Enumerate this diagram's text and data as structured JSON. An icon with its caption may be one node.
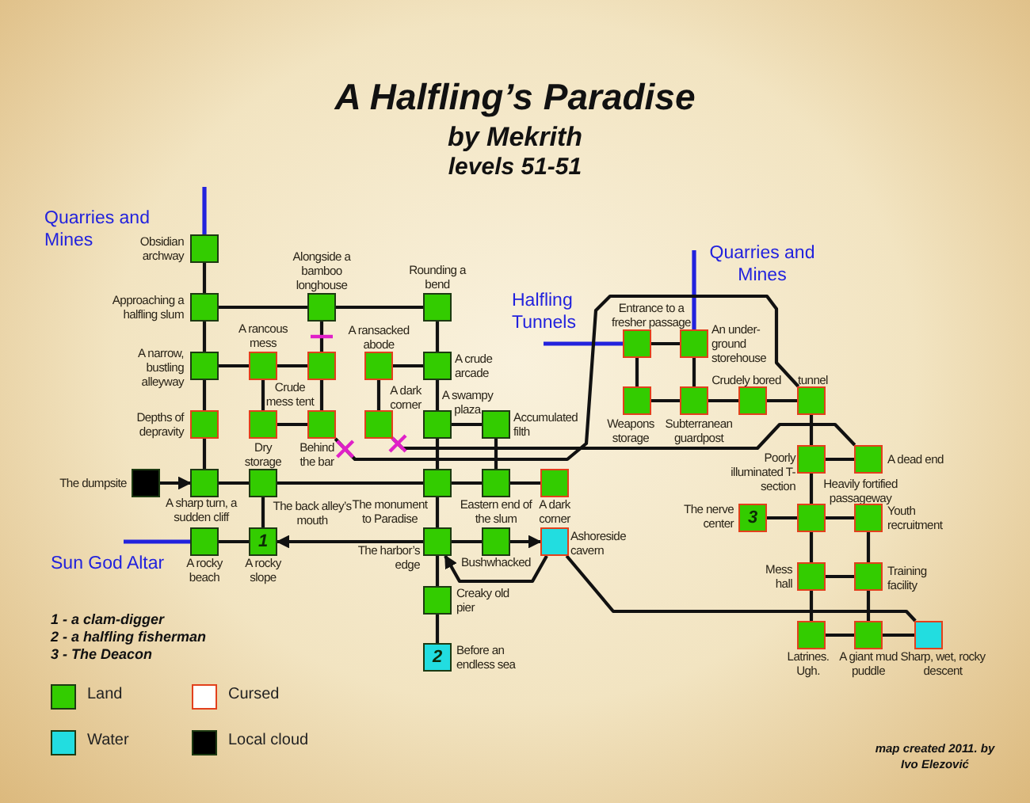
{
  "diagram": {
    "title": "A Halfling’s Paradise",
    "nodes": [
      {
        "text": [],
        "shape": "box",
        "beside": [
          "Obsidian archway"
        ]
      },
      {
        "text": [],
        "shape": "box",
        "beside": [
          "Approaching a halfling slum"
        ]
      },
      {
        "text": [],
        "shape": "box",
        "beside": [
          "Alongside a bamboo longhouse"
        ]
      },
      {
        "text": [],
        "shape": "box",
        "beside": [
          "Rounding a bend"
        ]
      },
      {
        "text": [],
        "shape": "box",
        "beside": [
          "Entrance to a fresher passage"
        ]
      },
      {
        "text": [],
        "shape": "box",
        "beside": [
          "An under- ground storehouse"
        ]
      },
      {
        "text": [],
        "shape": "box",
        "beside": [
          "A narrow, bustling alleyway"
        ]
      },
      {
        "text": [],
        "shape": "box",
        "beside": [
          "A rancous mess"
        ]
      },
      {
        "text": [],
        "shape": "box",
        "beside": [
          "Crude mess tent"
        ]
      },
      {
        "text": [],
        "shape": "box",
        "beside": [
          "A ransacked abode"
        ]
      },
      {
        "text": [],
        "shape": "box",
        "beside": [
          "A crude arcade"
        ]
      },
      {
        "text": [],
        "shape": "box",
        "beside": [
          "Depths of depravity"
        ]
      },
      {
        "text": [],
        "shape": "box",
        "beside": [
          "Dry storage"
        ]
      },
      {
        "text": [],
        "shape": "box",
        "beside": [
          "Behind the bar"
        ]
      },
      {
        "text": [],
        "shape": "box",
        "beside": [
          "A dark corner"
        ]
      },
      {
        "text": [],
        "shape": "box",
        "beside": [
          "A swampy plaza"
        ]
      },
      {
        "text": [],
        "shape": "box",
        "beside": [
          "Accumulated filth"
        ]
      },
      {
        "text": [],
        "shape": "box",
        "beside": [
          "Weapons storage"
        ]
      },
      {
        "text": [],
        "shape": "box",
        "beside": [
          "Subterranean guardpost"
        ]
      },
      {
        "text": [],
        "shape": "box",
        "beside": [
          "Crudely bored"
        ]
      },
      {
        "text": [],
        "shape": "box",
        "beside": [
          "tunnel"
        ]
      },
      {
        "text": [],
        "shape": "box",
        "beside": [
          "The dumpsite"
        ]
      },
      {
        "text": [],
        "shape": "box",
        "beside": [
          "A sharp turn, a sudden cliff"
        ]
      },
      {
        "text": [],
        "shape": "box",
        "beside": [
          "The back alley’s mouth"
        ]
      },
      {
        "text": [],
        "shape": "box",
        "beside": [
          "The monument to Paradise"
        ]
      },
      {
        "text": [],
        "shape": "box",
        "beside": [
          "Eastern end of the slum"
        ]
      },
      {
        "text": [],
        "shape": "box",
        "beside": [
          "A dark corner"
        ]
      },
      {
        "text": [],
        "shape": "box",
        "beside": [
          "Poorly illuminated T-section"
        ]
      },
      {
        "text": [],
        "shape": "box",
        "beside": [
          "A dead end"
        ]
      },
      {
        "text": [],
        "shape": "box",
        "beside": [
          "A rocky beach"
        ]
      },
      {
        "text": [
          "1"
        ],
        "beside": [
          "A rocky slope"
        ]
      },
      {
        "text": [],
        "shape": "box",
        "beside": [
          "The harbor’s edge"
        ]
      },
      {
        "text": [],
        "shape": "box",
        "beside": [
          "Bushwhacked"
        ]
      },
      {
        "text": [],
        "shape": "box",
        "beside": [
          "Ashoreside cavern"
        ]
      },
      {
        "text": [
          "3"
        ],
        "beside": [
          "The nerve center"
        ]
      },
      {
        "text": [],
        "shape": "box",
        "beside": [
          "Heavily fortified passageway"
        ]
      },
      {
        "text": [],
        "shape": "box",
        "beside": [
          "Youth recruitment"
        ]
      },
      {
        "text": [],
        "shape": "box",
        "beside": [
          "Mess hall"
        ]
      },
      {
        "text": [],
        "shape": "box",
        "beside": [
          "Training facility"
        ]
      },
      {
        "text": [],
        "shape": "box",
        "beside": [
          "Creaky old pier"
        ]
      },
      {
        "text": [],
        "shape": "box",
        "beside": [
          "Latrines. Ugh."
        ]
      },
      {
        "text": [],
        "shape": "box",
        "beside": [
          "A giant mud puddle"
        ]
      },
      {
        "text": [],
        "shape": "box",
        "beside": [
          "Sharp, wet, rocky descent"
        ]
      },
      {
        "text": [
          "2"
        ],
        "beside": [
          "Before an endless sea"
        ]
      }
    ],
    "edges": [
      {
        "from": 0,
        "to": null,
        "arrow": "none",
        "color": "#2222dd"
      },
      {
        "from": 29,
        "to": null,
        "arrow": "none",
        "color": "#2222dd"
      },
      {
        "from": 4,
        "to": null,
        "arrow": "none",
        "color": "#2222dd"
      },
      {
        "from": 5,
        "to": null,
        "arrow": "none",
        "color": "#2222dd"
      },
      {
        "from": 0,
        "to": 1,
        "arrow": "none"
      },
      {
        "from": 1,
        "to": 6,
        "arrow": "none"
      },
      {
        "from": 6,
        "to": 11,
        "arrow": "none"
      },
      {
        "from": 11,
        "to": 22,
        "arrow": "none"
      },
      {
        "from": 21,
        "to": 22,
        "arrow": "to"
      },
      {
        "from": 1,
        "to": 2,
        "arrow": "none"
      },
      {
        "from": 2,
        "to": 3,
        "arrow": "none"
      },
      {
        "from": 2,
        "to": 8,
        "arrow": "none"
      },
      {
        "from": 6,
        "to": 7,
        "arrow": "none"
      },
      {
        "from": 7,
        "to": 8,
        "arrow": "none"
      },
      {
        "from": 7,
        "to": 12,
        "arrow": "none"
      },
      {
        "from": 8,
        "to": 13,
        "arrow": "none"
      },
      {
        "from": 12,
        "to": 13,
        "arrow": "none"
      },
      {
        "from": 9,
        "to": 10,
        "arrow": "none"
      },
      {
        "from": 3,
        "to": 10,
        "arrow": "none"
      },
      {
        "from": 9,
        "to": 14,
        "arrow": "none"
      },
      {
        "from": 10,
        "to": 15,
        "arrow": "none"
      },
      {
        "from": 15,
        "to": 16,
        "arrow": "none"
      },
      {
        "from": 15,
        "to": 24,
        "arrow": "none"
      },
      {
        "from": 16,
        "to": 25,
        "arrow": "none"
      },
      {
        "from": 22,
        "to": 23,
        "arrow": "none"
      },
      {
        "from": 23,
        "to": 24,
        "arrow": "none"
      },
      {
        "from": 24,
        "to": 25,
        "arrow": "none"
      },
      {
        "from": 25,
        "to": 26,
        "arrow": "none"
      },
      {
        "from": 23,
        "to": 30,
        "arrow": "none"
      },
      {
        "from": 29,
        "to": 30,
        "arrow": "none"
      },
      {
        "from": 31,
        "to": 30,
        "arrow": "to"
      },
      {
        "from": 24,
        "to": 31,
        "arrow": "none"
      },
      {
        "from": 31,
        "to": 32,
        "arrow": "none"
      },
      {
        "from": 32,
        "to": 33,
        "arrow": "to"
      },
      {
        "from": 33,
        "to": 31,
        "arrow": "to"
      },
      {
        "from": 31,
        "to": 39,
        "arrow": "none"
      },
      {
        "from": 39,
        "to": 43,
        "arrow": "none"
      },
      {
        "from": 13,
        "to": 20,
        "arrow": "none"
      },
      {
        "from": 14,
        "to": 28,
        "arrow": "none"
      },
      {
        "from": 4,
        "to": 5,
        "arrow": "none"
      },
      {
        "from": 4,
        "to": 17,
        "arrow": "none"
      },
      {
        "from": 5,
        "to": 18,
        "arrow": "none"
      },
      {
        "from": 17,
        "to": 18,
        "arrow": "none"
      },
      {
        "from": 18,
        "to": 19,
        "arrow": "none"
      },
      {
        "from": 19,
        "to": 20,
        "arrow": "none"
      },
      {
        "from": 20,
        "to": 27,
        "arrow": "none"
      },
      {
        "from": 27,
        "to": 28,
        "arrow": "none"
      },
      {
        "from": 27,
        "to": 35,
        "arrow": "none"
      },
      {
        "from": 34,
        "to": 35,
        "arrow": "none"
      },
      {
        "from": 35,
        "to": 36,
        "arrow": "none"
      },
      {
        "from": 35,
        "to": 37,
        "arrow": "none"
      },
      {
        "from": 36,
        "to": 38,
        "arrow": "none"
      },
      {
        "from": 37,
        "to": 38,
        "arrow": "none"
      },
      {
        "from": 37,
        "to": 40,
        "arrow": "none"
      },
      {
        "from": 38,
        "to": 41,
        "arrow": "none"
      },
      {
        "from": 40,
        "to": 41,
        "arrow": "none"
      },
      {
        "from": 41,
        "to": 42,
        "arrow": "none"
      },
      {
        "from": 33,
        "to": 42,
        "arrow": "none"
      }
    ],
    "labels": [
      "by Mekrith",
      "levels 51-51",
      "Quarries and Mines",
      "Halfling Tunnels",
      "Quarries and Mines",
      "Sun God Altar",
      "1 - a clam-digger",
      "2 - a halfling fisherman",
      "3 - The Deacon",
      "map created 2011. by Ivo Elezović"
    ],
    "legend": [
      {
        "text": "Land",
        "color": "#33cc00"
      },
      {
        "text": "Cursed"
      },
      {
        "text": "Water",
        "color": "#22dde0"
      },
      {
        "text": "Local cloud",
        "color": "#000000"
      }
    ]
  }
}
